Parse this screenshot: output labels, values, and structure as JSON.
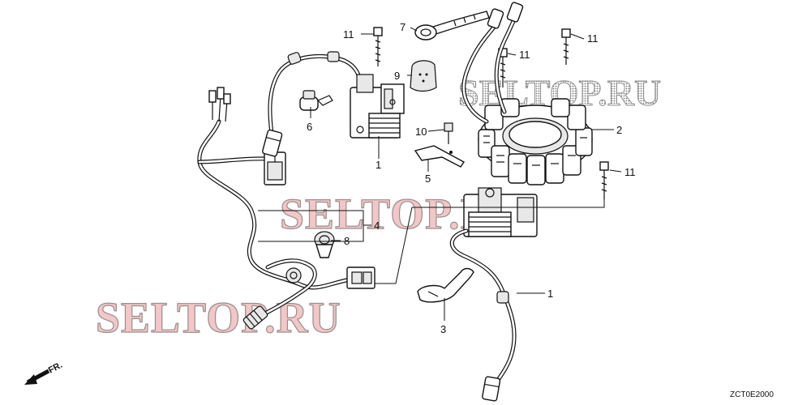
{
  "diagram": {
    "callouts": [
      {
        "id": "c1a",
        "label": "1"
      },
      {
        "id": "c1b",
        "label": "1"
      },
      {
        "id": "c2",
        "label": "2"
      },
      {
        "id": "c3",
        "label": "3"
      },
      {
        "id": "c4",
        "label": "4"
      },
      {
        "id": "c5",
        "label": "5"
      },
      {
        "id": "c6",
        "label": "6"
      },
      {
        "id": "c7",
        "label": "7"
      },
      {
        "id": "c8",
        "label": "8"
      },
      {
        "id": "c9",
        "label": "9"
      },
      {
        "id": "c10",
        "label": "10"
      },
      {
        "id": "c11a",
        "label": "11"
      },
      {
        "id": "c11b",
        "label": "11"
      },
      {
        "id": "c11c",
        "label": "11"
      },
      {
        "id": "c11d",
        "label": "11"
      }
    ],
    "diagram_code": "ZCT0E2000",
    "direction_label": "FR.",
    "watermarks": [
      "SELTOP.RU",
      "SELTOP.RU",
      "SELTOP.RU"
    ]
  }
}
